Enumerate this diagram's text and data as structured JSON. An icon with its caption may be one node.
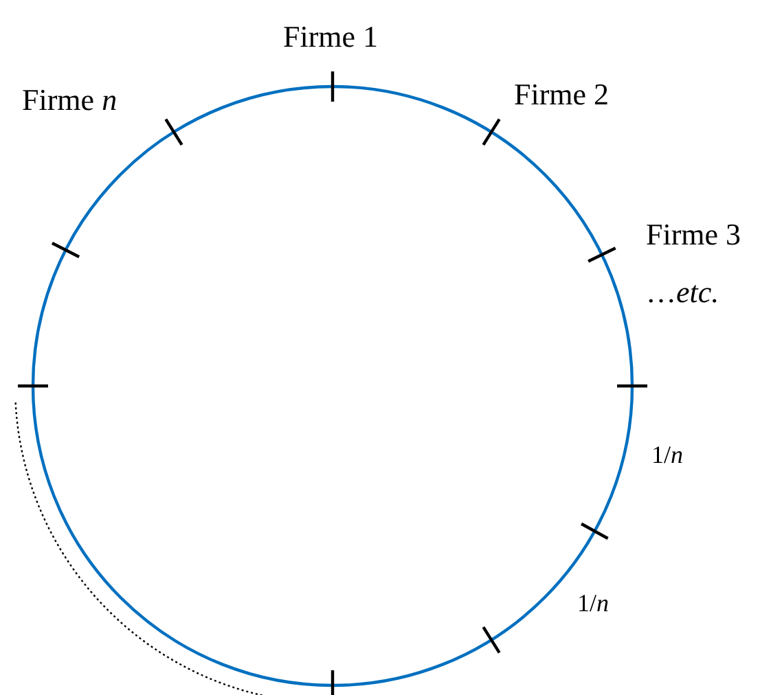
{
  "diagram": {
    "labels": [
      "Firme 1",
      "Firme *n*",
      "Firme 2",
      "Firme 3",
      "…*etc.*",
      "1/*n*",
      "1/*n*"
    ]
  }
}
